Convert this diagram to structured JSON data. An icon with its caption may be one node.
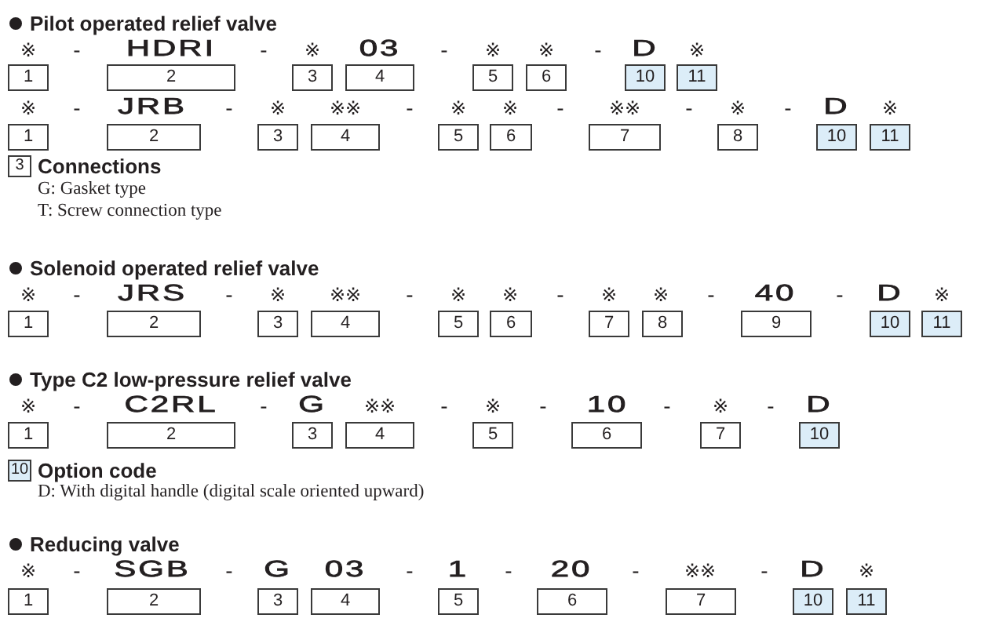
{
  "diagram": {
    "nodes": [
      {
        "text": [
          "1"
        ]
      },
      {
        "text": [
          "2"
        ]
      },
      {
        "text": [
          "3"
        ]
      },
      {
        "text": [
          "4"
        ]
      },
      {
        "text": [
          "5"
        ]
      },
      {
        "text": [
          "6"
        ]
      },
      {
        "text": [
          "10"
        ]
      },
      {
        "text": [
          "11"
        ]
      },
      {
        "text": [
          "1"
        ]
      },
      {
        "text": [
          "2"
        ]
      },
      {
        "text": [
          "3"
        ]
      },
      {
        "text": [
          "4"
        ]
      },
      {
        "text": [
          "5"
        ]
      },
      {
        "text": [
          "6"
        ]
      },
      {
        "text": [
          "7"
        ]
      },
      {
        "text": [
          "8"
        ]
      },
      {
        "text": [
          "10"
        ]
      },
      {
        "text": [
          "11"
        ]
      },
      {
        "text": [
          "3"
        ]
      },
      {
        "text": [
          "1"
        ]
      },
      {
        "text": [
          "2"
        ]
      },
      {
        "text": [
          "3"
        ]
      },
      {
        "text": [
          "4"
        ]
      },
      {
        "text": [
          "5"
        ]
      },
      {
        "text": [
          "6"
        ]
      },
      {
        "text": [
          "7"
        ]
      },
      {
        "text": [
          "8"
        ]
      },
      {
        "text": [
          "9"
        ]
      },
      {
        "text": [
          "10"
        ]
      },
      {
        "text": [
          "11"
        ]
      },
      {
        "text": [
          "1"
        ]
      },
      {
        "text": [
          "2"
        ]
      },
      {
        "text": [
          "3"
        ]
      },
      {
        "text": [
          "4"
        ]
      },
      {
        "text": [
          "5"
        ]
      },
      {
        "text": [
          "6"
        ]
      },
      {
        "text": [
          "7"
        ]
      },
      {
        "text": [
          "10"
        ]
      },
      {
        "text": [
          "10"
        ]
      },
      {
        "text": [
          "1"
        ]
      },
      {
        "text": [
          "2"
        ]
      },
      {
        "text": [
          "3"
        ]
      },
      {
        "text": [
          "4"
        ]
      },
      {
        "text": [
          "5"
        ]
      },
      {
        "text": [
          "6"
        ]
      },
      {
        "text": [
          "7"
        ]
      },
      {
        "text": [
          "10"
        ]
      },
      {
        "text": [
          "11"
        ]
      }
    ],
    "labels": [
      "Pilot operated relief valve",
      "※",
      "-",
      "HDRI",
      "-",
      "※",
      "03",
      "-",
      "※",
      "※",
      "-",
      "D",
      "※",
      "※",
      "-",
      "JRB",
      "-",
      "※",
      "※※",
      "-",
      "※",
      "※",
      "-",
      "※※",
      "-",
      "※",
      "-",
      "D",
      "※",
      "Connections",
      "G: Gasket type",
      "T: Screw connection type",
      "Solenoid operated relief valve",
      "※",
      "-",
      "JRS",
      "-",
      "※",
      "※※",
      "-",
      "※",
      "※",
      "-",
      "※",
      "※",
      "-",
      "40",
      "-",
      "D",
      "※",
      "Type C2 low-pressure relief valve",
      "※",
      "-",
      "C2RL",
      "-",
      "G",
      "※※",
      "-",
      "※",
      "-",
      "10",
      "-",
      "※",
      "-",
      "D",
      "Option code",
      "D: With digital handle (digital scale oriented upward)",
      "Reducing valve",
      "※",
      "-",
      "SGB",
      "-",
      "G",
      "03",
      "-",
      "1",
      "-",
      "20",
      "-",
      "※※",
      "-",
      "D",
      "※"
    ]
  }
}
